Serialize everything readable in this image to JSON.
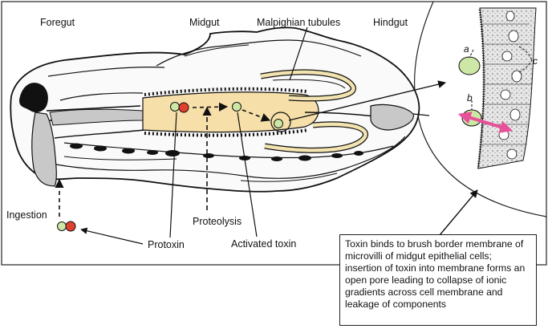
{
  "labels": {
    "foregut": "Foregut",
    "midgut": "Midgut",
    "malpighian": "Malpighian tubules",
    "hindgut": "Hindgut",
    "ingestion": "Ingestion",
    "proteolysis": "Proteolysis",
    "protoxin": "Protoxin",
    "activated_toxin": "Activated toxin",
    "inset_a": "a",
    "inset_b": "b",
    "inset_c": "c"
  },
  "caption": "Toxin binds to brush border membrane of microvilli of midgut epithelial cells; insertion of toxin into membrane forms an open pore leading to collapse of ionic gradients across cell membrane and leakage of components",
  "colors": {
    "outline": "#111111",
    "midgut_fill": "#f6dfa8",
    "tubule_fill": "#f3e3b0",
    "gut_gray": "#c8c8c8",
    "protoxin_red": "#e0402e",
    "toxin_green": "#cde8a6",
    "pore_arrow": "#e8509a",
    "tissue": "#e6e6e6"
  }
}
